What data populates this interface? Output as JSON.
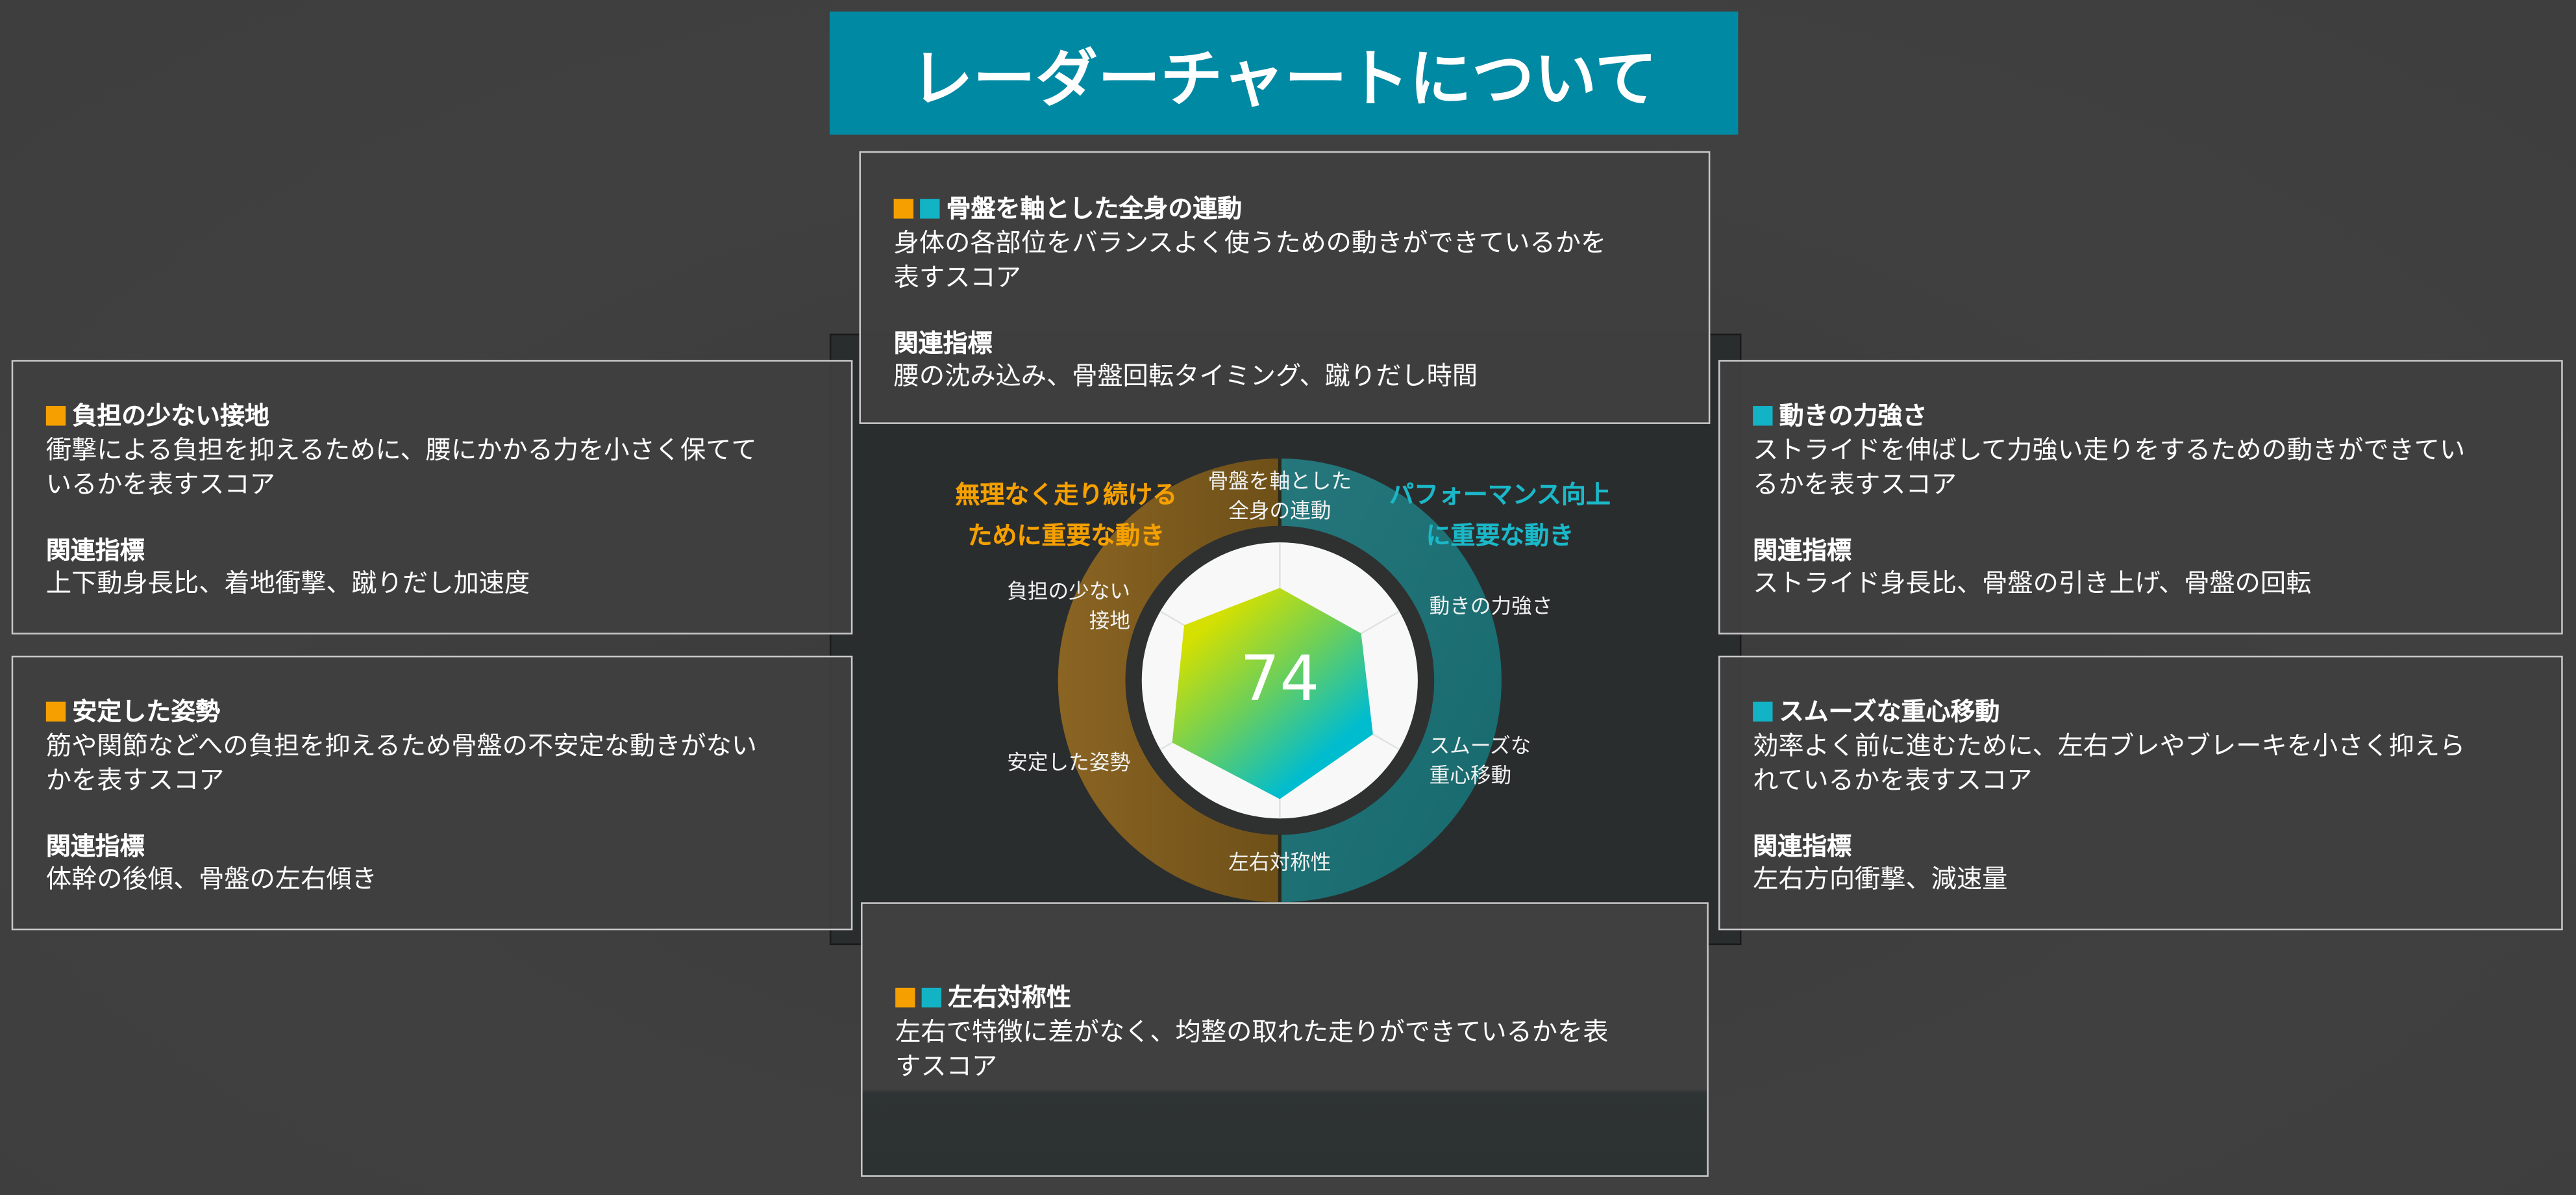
{
  "title": "レーダーチャートについて",
  "groups": {
    "left": {
      "lines": [
        "無理なく走り続ける",
        "ために重要な動き"
      ],
      "color": "#f5a000"
    },
    "right": {
      "lines": [
        "パフォーマンス向上",
        "に重要な動き"
      ],
      "color": "#1ab8c8"
    }
  },
  "score": "74",
  "axis_labels": {
    "top": [
      "骨盤を軸とした",
      "全身の連動"
    ],
    "upper_right": [
      "動きの力強さ"
    ],
    "lower_right": [
      "スムーズな",
      "重心移動"
    ],
    "bottom": [
      "左右対称性"
    ],
    "lower_left": [
      "安定した姿勢"
    ],
    "upper_left": [
      "負担の少ない",
      "接地"
    ]
  },
  "chart_data": {
    "type": "radar",
    "axes": [
      "骨盤を軸とした全身の連動",
      "動きの力強さ",
      "スムーズな重心移動",
      "左右対称性",
      "安定した姿勢",
      "負担の少ない接地"
    ],
    "values": [
      67,
      68,
      78,
      86,
      90,
      80
    ],
    "range": [
      0,
      100
    ],
    "score": 74
  },
  "cards": {
    "top": {
      "title": "骨盤を軸とした全身の連動",
      "markers": [
        "orange",
        "cyan"
      ],
      "desc": [
        "身体の各部位をバランスよく使うための動きができているかを",
        "表すスコア"
      ],
      "related_heading": "関連指標",
      "related": "腰の沈み込み、骨盤回転タイミング、蹴りだし時間"
    },
    "left1": {
      "title": "負担の少ない接地",
      "markers": [
        "orange"
      ],
      "desc": [
        "衝撃による負担を抑えるために、腰にかかる力を小さく保てて",
        "いるかを表すスコア"
      ],
      "related_heading": "関連指標",
      "related": "上下動身長比、着地衝撃、蹴りだし加速度"
    },
    "left2": {
      "title": "安定した姿勢",
      "markers": [
        "orange"
      ],
      "desc": [
        "筋や関節などへの負担を抑えるため骨盤の不安定な動きがない",
        "かを表すスコア"
      ],
      "related_heading": "関連指標",
      "related": "体幹の後傾、骨盤の左右傾き"
    },
    "right1": {
      "title": "動きの力強さ",
      "markers": [
        "cyan"
      ],
      "desc": [
        "ストライドを伸ばして力強い走りをするための動きができてい",
        "るかを表すスコア"
      ],
      "related_heading": "関連指標",
      "related": "ストライド身長比、骨盤の引き上げ、骨盤の回転"
    },
    "right2": {
      "title": "スムーズな重心移動",
      "markers": [
        "cyan"
      ],
      "desc": [
        "効率よく前に進むために、左右ブレやブレーキを小さく抑えら",
        "れているかを表すスコア"
      ],
      "related_heading": "関連指標",
      "related": "左右方向衝撃、減速量"
    },
    "bottom": {
      "title": "左右対称性",
      "markers": [
        "orange",
        "cyan"
      ],
      "desc": [
        "左右で特徴に差がなく、均整の取れた走りができているかを表",
        "すスコア"
      ]
    }
  }
}
